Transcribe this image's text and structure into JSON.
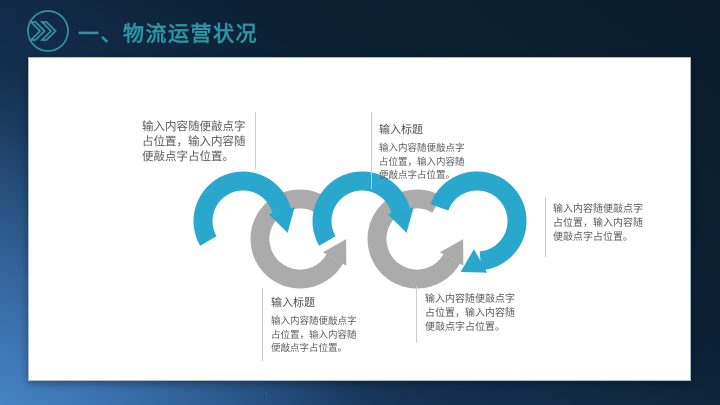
{
  "slide": {
    "title": "一、物流运营状况",
    "title_color": "#2e93a6",
    "header_icon": "double-chevron-right-circle-icon"
  },
  "diagram": {
    "type": "interlocking-loop-arrow-chain",
    "colors": {
      "blue": "#2aa7cd",
      "gray": "#ababab",
      "separator": "#cccccc",
      "text": "#595959"
    },
    "items": [
      {
        "position": "top-left",
        "title": "",
        "body": "输入内容随便敲点字占位置，输入内容随便敲点字占位置。"
      },
      {
        "position": "top-center",
        "title": "输入标题",
        "body": "输入内容随便敲点字占位置，输入内容随便敲点字占位置。"
      },
      {
        "position": "right",
        "title": "",
        "body": "输入内容随便敲点字占位置，输入内容随便敲点字占位置。"
      },
      {
        "position": "bottom-left",
        "title": "输入标题",
        "body": "输入内容随便敲点字占位置，输入内容随便敲点字占位置。"
      },
      {
        "position": "bottom-right",
        "title": "",
        "body": "输入内容随便敲点字占位置，输入内容随便敲点字占位置。"
      }
    ]
  }
}
